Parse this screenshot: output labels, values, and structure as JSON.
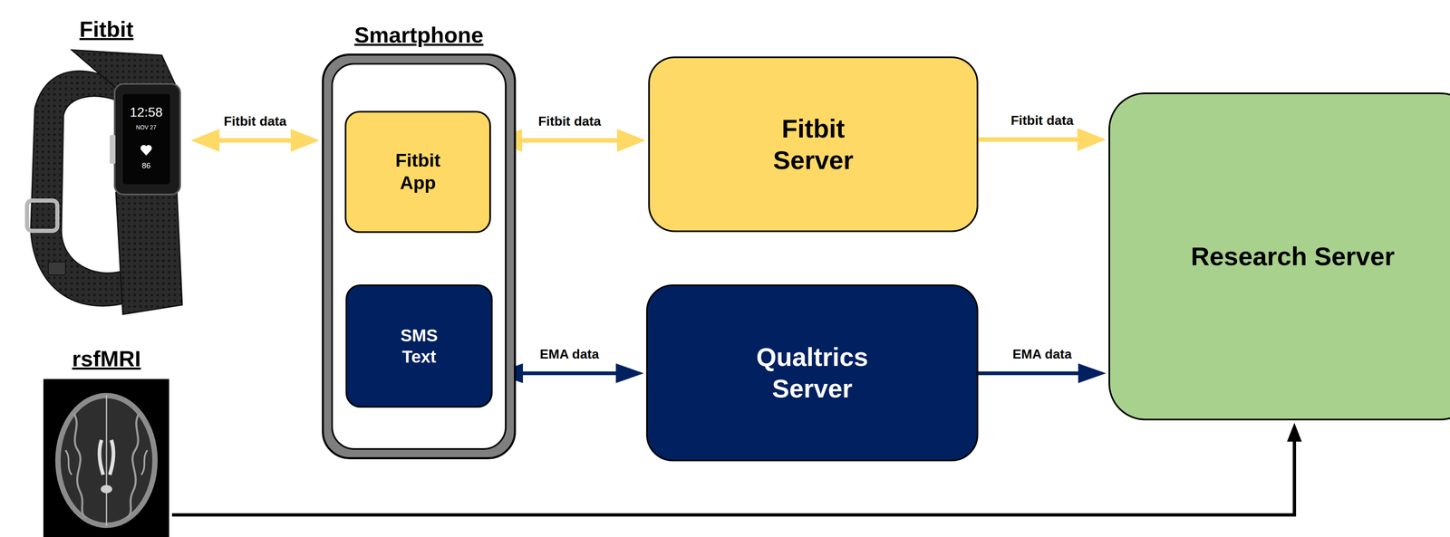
{
  "diagram": {
    "nodes": [
      {
        "text": [
          "Fitbit"
        ]
      },
      {
        "text": [
          "Smartphone"
        ]
      },
      {
        "text": [
          "Fitbit App"
        ],
        "in": 1
      },
      {
        "text": [
          "SMS Text"
        ],
        "in": 1
      },
      {
        "text": [
          "Fitbit Server"
        ]
      },
      {
        "text": [
          "Qualtrics Server"
        ]
      },
      {
        "text": [
          "Research Server"
        ]
      },
      {
        "text": [
          "rsfMRI"
        ]
      }
    ],
    "edges": [
      {
        "from": 0,
        "to": 1,
        "arrow": "both",
        "label": "Fitbit data"
      },
      {
        "from": 2,
        "to": 4,
        "arrow": "both",
        "label": "Fitbit data"
      },
      {
        "from": 4,
        "to": 6,
        "arrow": "to",
        "label": "Fitbit data"
      },
      {
        "from": 3,
        "to": 5,
        "arrow": "both",
        "label": "EMA data"
      },
      {
        "from": 5,
        "to": 6,
        "arrow": "to",
        "label": "EMA data"
      },
      {
        "from": 7,
        "to": 6,
        "arrow": "to"
      }
    ],
    "labels": [
      "12:58",
      "NOV 27",
      "86"
    ]
  }
}
